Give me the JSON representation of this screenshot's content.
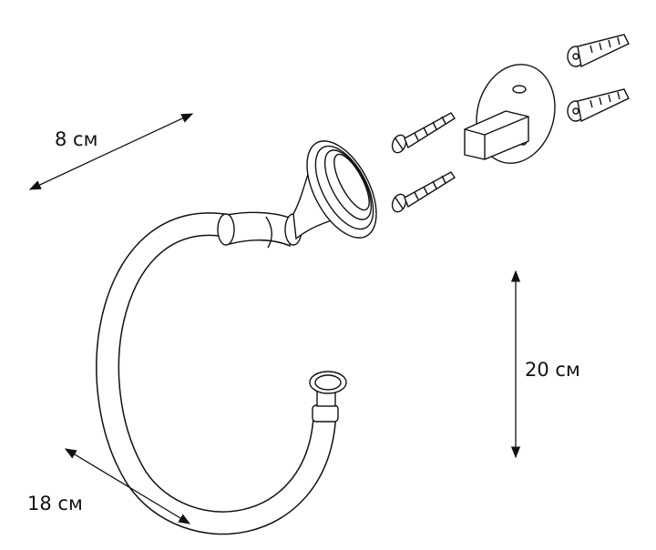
{
  "dimensions": {
    "width_label": "8 см",
    "height_label": "20 см",
    "diameter_label": "18 см"
  },
  "colors": {
    "line": "#111111",
    "background": "#ffffff"
  }
}
